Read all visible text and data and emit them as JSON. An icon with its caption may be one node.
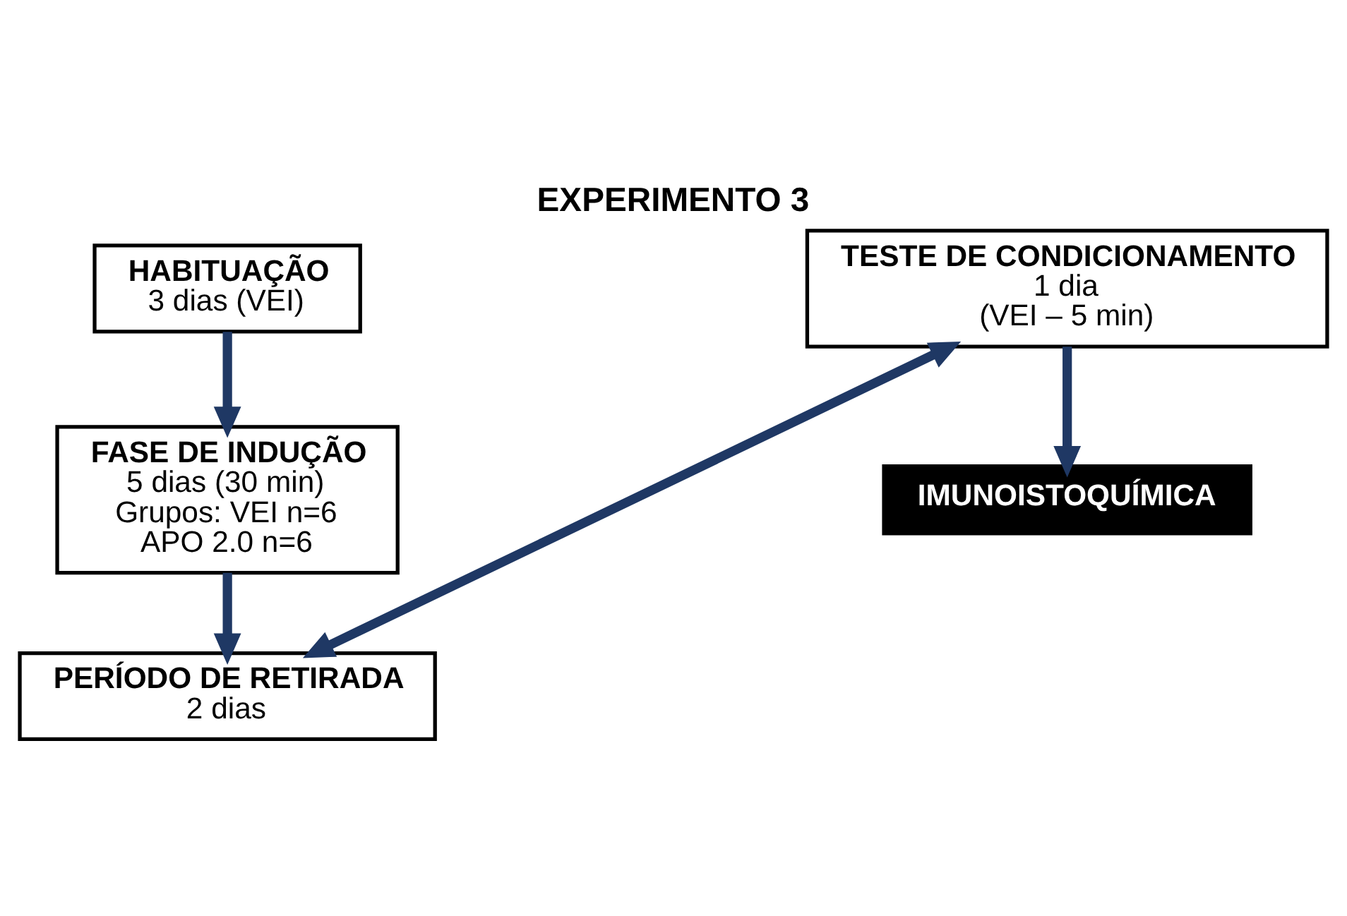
{
  "diagram": {
    "title": "EXPERIMENTO 3",
    "nodes": [
      {
        "text": [
          "HABITUAÇÃO",
          "3 dias (VEI)"
        ]
      },
      {
        "text": [
          "FASE DE INDUÇÃO",
          "5 dias (30 min)",
          "Grupos: VEI n=6",
          "APO 2.0 n=6"
        ]
      },
      {
        "text": [
          "PERÍODO DE RETIRADA",
          "2 dias"
        ]
      },
      {
        "text": [
          "TESTE DE CONDICIONAMENTO",
          "1 dia",
          "(VEI – 5 min)"
        ]
      },
      {
        "text": [
          "IMUNOISTOQUÍMICA"
        ]
      }
    ],
    "edges": [
      {
        "from": 0,
        "to": 1,
        "arrow": "to"
      },
      {
        "from": 1,
        "to": 2,
        "arrow": "to"
      },
      {
        "from": 2,
        "to": 3,
        "arrow": "both"
      },
      {
        "from": 3,
        "to": 4,
        "arrow": "to"
      }
    ]
  }
}
